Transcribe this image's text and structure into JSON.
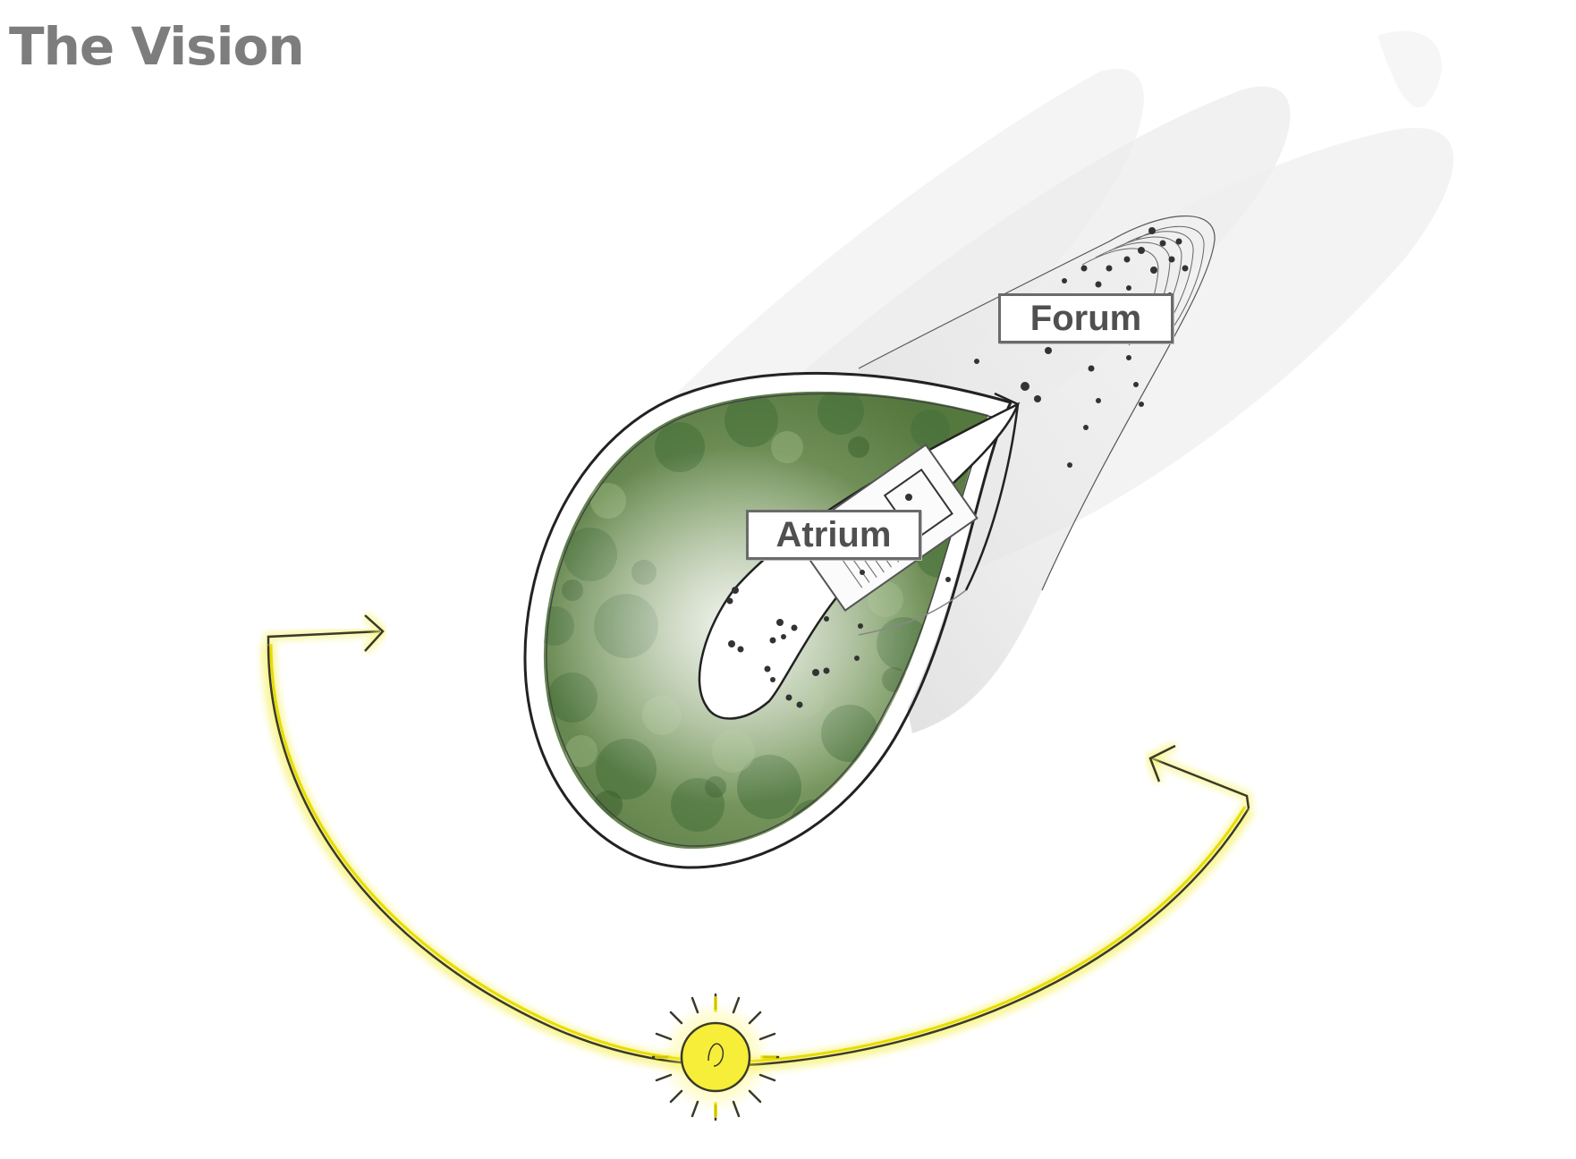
{
  "title": "The Vision",
  "labels": {
    "forum": "Forum",
    "atrium": "Atrium"
  },
  "colors": {
    "title": "#7d7d7d",
    "sun_path": "#f2e600",
    "sun_glow": "#f7f26a",
    "forest_dark": "#4f7a3c",
    "forest_light": "#8aa870",
    "outline": "#222222"
  },
  "icons": {
    "sun": "sun-icon",
    "arrows": "arrow-icon"
  }
}
